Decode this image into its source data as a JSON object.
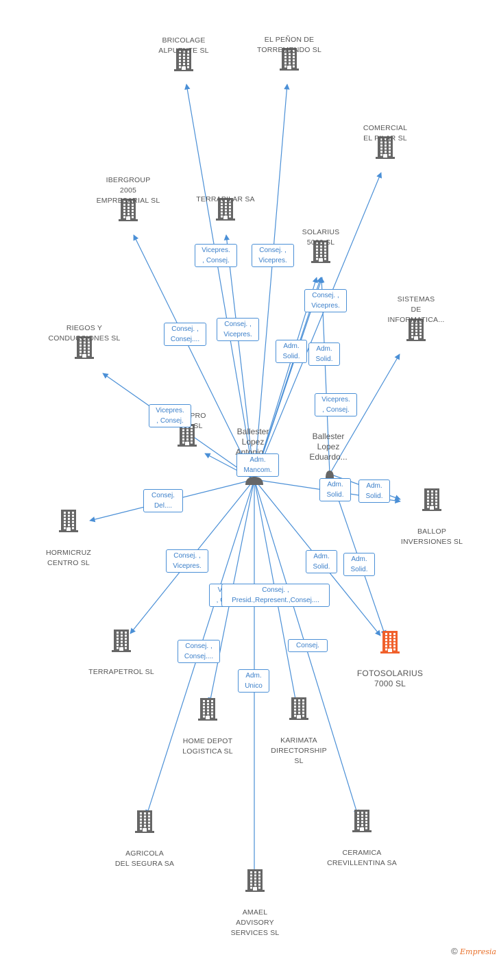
{
  "colors": {
    "edge": "#4a8fd6",
    "building": "#666666",
    "focus_building": "#f0602b",
    "badge_text": "#3b7fc9"
  },
  "persons": [
    {
      "id": "antonio",
      "label": "Ballester\nLopez\nAntonio..."
    },
    {
      "id": "eduardo",
      "label": "Ballester\nLopez\nEduardo..."
    }
  ],
  "companies": [
    {
      "id": "bricolage",
      "label": "BRICOLAGE\nALPUENTE SL"
    },
    {
      "id": "penon",
      "label": "EL PEÑON DE\nTORREMENDO SL"
    },
    {
      "id": "comercial",
      "label": "COMERCIAL\nEL PILAR SL"
    },
    {
      "id": "ibergroup",
      "label": "IBERGROUP\n2005\nEMPRESARIAL SL"
    },
    {
      "id": "terrapilar",
      "label": "TERRAPILAR SA"
    },
    {
      "id": "solarius",
      "label": "SOLARIUS\n5000 SL"
    },
    {
      "id": "sistemas",
      "label": "SISTEMAS\nDE\nINFORMATICA..."
    },
    {
      "id": "riegos",
      "label": "RIEGOS Y\nCONDUCCIONES SL"
    },
    {
      "id": "pro",
      "label": "PRO\nSL"
    },
    {
      "id": "ballop",
      "label": "BALLOP\nINVERSIONES SL"
    },
    {
      "id": "hormicruz",
      "label": "HORMICRUZ\nCENTRO SL"
    },
    {
      "id": "fotosolarius",
      "label": "FOTOSOLARIUS\n7000 SL"
    },
    {
      "id": "terrapetrol",
      "label": "TERRAPETROL SL"
    },
    {
      "id": "homedepot",
      "label": "HOME DEPOT\nLOGISTICA SL"
    },
    {
      "id": "karimata",
      "label": "KARIMATA\nDIRECTORSHIP\nSL"
    },
    {
      "id": "agricola",
      "label": "AGRICOLA\nDEL SEGURA SA"
    },
    {
      "id": "ceramica",
      "label": "CERAMICA\nCREVILLENTINA SA"
    },
    {
      "id": "amael",
      "label": "AMAEL\nADVISORY\nSERVICES SL"
    }
  ],
  "relations": [
    {
      "id": "r-bricolage",
      "label": "Vicepres.\n, Consej."
    },
    {
      "id": "r-penon",
      "label": "Consej. ,\nVicepres."
    },
    {
      "id": "r-ibergroup",
      "label": "Consej. ,\nConsej...."
    },
    {
      "id": "r-terrapilar",
      "label": "Consej. ,\nVicepres."
    },
    {
      "id": "r-solarius",
      "label": "Consej. ,\nVicepres."
    },
    {
      "id": "r-solarius-a",
      "label": "Adm.\nSolid."
    },
    {
      "id": "r-solarius-e",
      "label": "Adm.\nSolid."
    },
    {
      "id": "r-sistemas",
      "label": "Vicepres.\n, Consej."
    },
    {
      "id": "r-riegos",
      "label": "Vicepres.\n, Consej."
    },
    {
      "id": "r-pro",
      "label": "Adm.\nMancom."
    },
    {
      "id": "r-hormicruz",
      "label": "Consej.\nDel...."
    },
    {
      "id": "r-ballop-a",
      "label": "Adm.\nSolid."
    },
    {
      "id": "r-ballop-e",
      "label": "Adm.\nSolid."
    },
    {
      "id": "r-foto-a",
      "label": "Adm.\nSolid."
    },
    {
      "id": "r-foto-e",
      "label": "Adm.\nSolid."
    },
    {
      "id": "r-terrapetrol",
      "label": "Consej. ,\nVicepres."
    },
    {
      "id": "r-homedepot",
      "label": "Vi\n, C"
    },
    {
      "id": "r-presid",
      "label": "Consej. ,\nPresid.,Represent.,Consej...."
    },
    {
      "id": "r-agricola",
      "label": "Consej. ,\nConsej...."
    },
    {
      "id": "r-amael",
      "label": "Adm.\nUnico"
    },
    {
      "id": "r-ceramica",
      "label": "Consej."
    }
  ],
  "footer": {
    "copyright": "©",
    "brand": "Empresia"
  }
}
